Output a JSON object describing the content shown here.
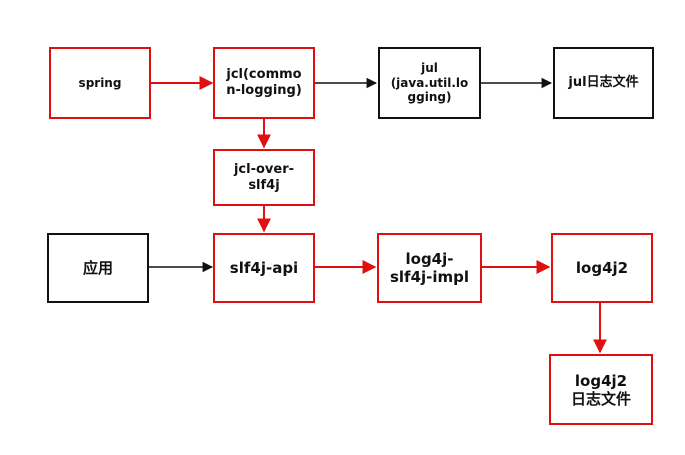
{
  "nodes": {
    "spring": {
      "label": "spring"
    },
    "jcl": {
      "label": "jcl(commo\nn-logging)"
    },
    "jul": {
      "label": "jul\n(java.util.lo\ngging)"
    },
    "jul_file": {
      "label": "jul日志文件"
    },
    "jcl_over_slf4j": {
      "label": "jcl-over-\nslf4j"
    },
    "app": {
      "label": "应用"
    },
    "slf4j_api": {
      "label": "slf4j-api"
    },
    "log4j_slf4j_impl": {
      "label": "log4j-\nslf4j-impl"
    },
    "log4j2": {
      "label": "log4j2"
    },
    "log4j2_file": {
      "label": "log4j2\n日志文件"
    }
  },
  "colors": {
    "red": "#e01010",
    "black": "#111111"
  }
}
